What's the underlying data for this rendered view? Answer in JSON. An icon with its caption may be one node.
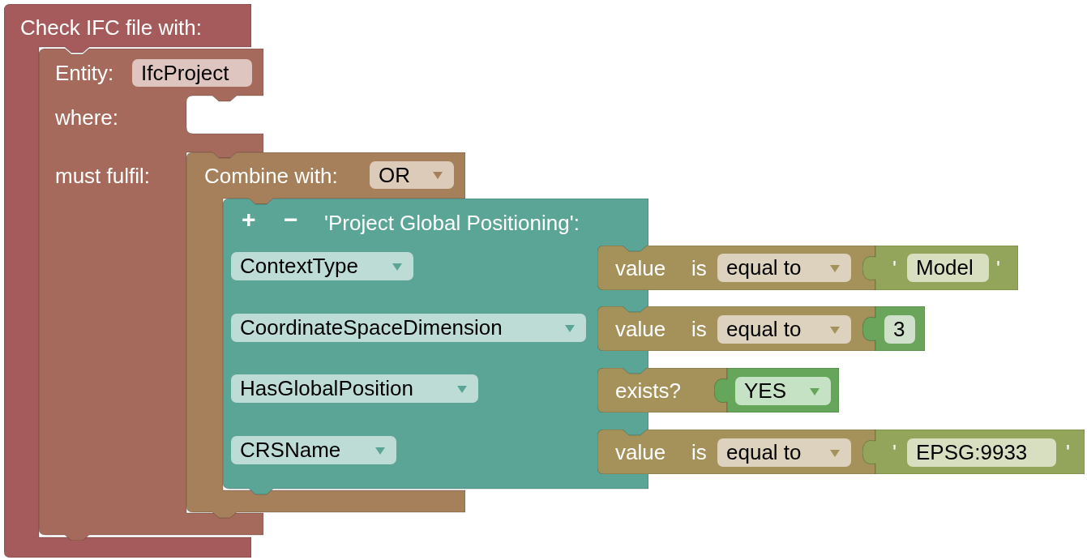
{
  "diagram": {
    "nodes": [
      {
        "text": [
          "Check IFC file with:"
        ]
      },
      {
        "text": [
          "Entity:",
          "where:",
          "must fulfil:"
        ]
      },
      {
        "text": [
          "IfcProject"
        ],
        "in": 1
      },
      {
        "text": [
          "Combine with:"
        ]
      },
      {
        "text": [
          "OR"
        ],
        "in": 3
      },
      {
        "text": [
          "+",
          "−",
          "'Project Global Positioning':"
        ]
      },
      {
        "text": [
          "ContextType"
        ],
        "in": 5
      },
      {
        "text": [
          "value",
          "is"
        ]
      },
      {
        "text": [
          "equal to"
        ],
        "in": 7
      },
      {
        "text": [
          "'",
          "'"
        ]
      },
      {
        "text": [
          "Model"
        ],
        "in": 9
      },
      {
        "text": [
          "CoordinateSpaceDimension"
        ],
        "in": 5
      },
      {
        "text": [
          "value",
          "is"
        ]
      },
      {
        "text": [
          "equal to"
        ],
        "in": 12
      },
      {
        "text": [],
        "shape": "box"
      },
      {
        "text": [
          "3"
        ],
        "in": 14
      },
      {
        "text": [
          "HasGlobalPosition"
        ],
        "in": 5
      },
      {
        "text": [
          "exists?"
        ]
      },
      {
        "text": [],
        "shape": "box"
      },
      {
        "text": [
          "YES"
        ],
        "in": 18
      },
      {
        "text": [
          "CRSName"
        ],
        "in": 5
      },
      {
        "text": [
          "value",
          "is"
        ]
      },
      {
        "text": [
          "equal to"
        ],
        "in": 21
      },
      {
        "text": [
          "'",
          "'"
        ]
      },
      {
        "text": [
          "EPSG:9933"
        ],
        "in": 23
      }
    ]
  }
}
